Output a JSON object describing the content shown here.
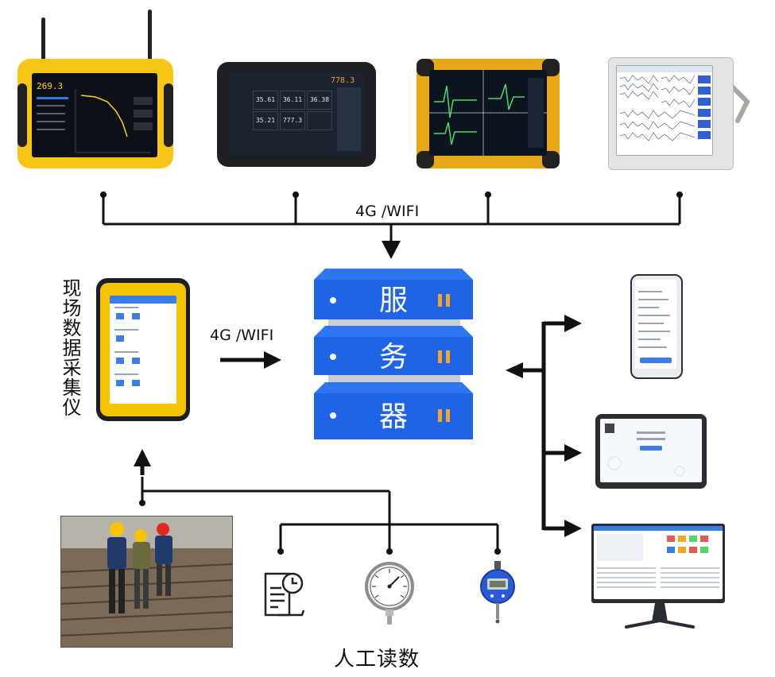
{
  "top_link_label": "4G /WIFI",
  "middle_link_label": "4G /WIFI",
  "collector_label": "现场数据采集仪",
  "server_chars": [
    "服",
    "务",
    "器"
  ],
  "manual_label": "人工读数",
  "devices": {
    "device_1": {
      "name": "yellow-antenna-tablet",
      "readout": "269.3"
    },
    "device_2": {
      "name": "black-tablet",
      "readout": "778.3",
      "cells": [
        "35.61",
        "36.11",
        "36.38",
        "35.21",
        "777.3"
      ]
    },
    "device_3": {
      "name": "oscilloscope-tablet"
    },
    "device_4": {
      "name": "seismograph-monitor"
    }
  },
  "colors": {
    "server_blue": "#1f63e6",
    "server_top": "#2d76f0",
    "server_gap": "#c9cdd6",
    "server_led": "#f5a623",
    "device_yellow": "#f7c515",
    "line": "#111111"
  }
}
